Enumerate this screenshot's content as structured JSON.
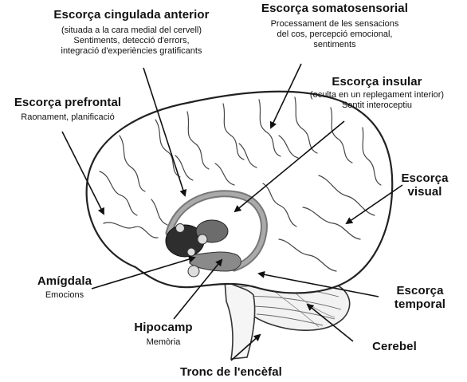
{
  "labels": {
    "cingulate": {
      "title": "Escorça cingulada anterior",
      "lines": [
        "(situada a la cara medial del cervell)",
        "Sentiments, detecció d'errors,",
        "integració d'experiències gratificants"
      ]
    },
    "somatosensory": {
      "title": "Escorça somatosensorial",
      "lines": [
        "Processament de les sensacions",
        "del cos, percepció emocional,",
        "sentiments"
      ]
    },
    "insular": {
      "title": "Escorça insular",
      "lines": [
        "(oculta en un replegament interior)",
        "Sentit interoceptiu"
      ]
    },
    "prefrontal": {
      "title": "Escorça prefrontal",
      "lines": [
        "Raonament, planificació"
      ]
    },
    "visual": {
      "title_lines": [
        "Escorça",
        "visual"
      ]
    },
    "amygdala": {
      "title": "Amígdala",
      "lines": [
        "Emocions"
      ]
    },
    "hippocampus": {
      "title": "Hipocamp",
      "lines": [
        "Memòria"
      ]
    },
    "temporal": {
      "title_lines": [
        "Escorça",
        "temporal"
      ]
    },
    "cerebellum": {
      "title": "Cerebel"
    },
    "brainstem": {
      "title": "Tronc de l'encèfal"
    }
  }
}
